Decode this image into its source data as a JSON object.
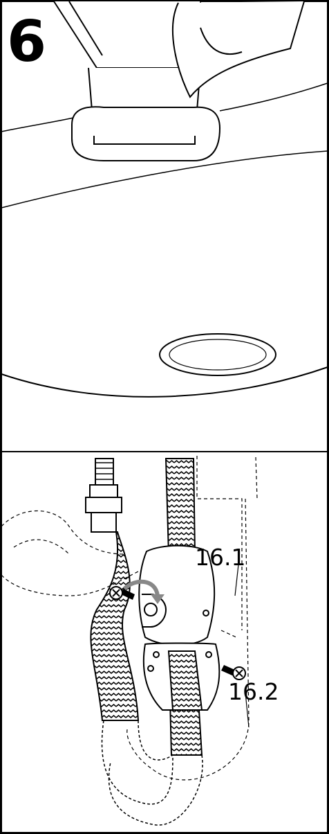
{
  "step": {
    "number": "6"
  },
  "callouts": [
    {
      "id": "16.1",
      "text": "16.1"
    },
    {
      "id": "16.2",
      "text": "16.2"
    }
  ]
}
